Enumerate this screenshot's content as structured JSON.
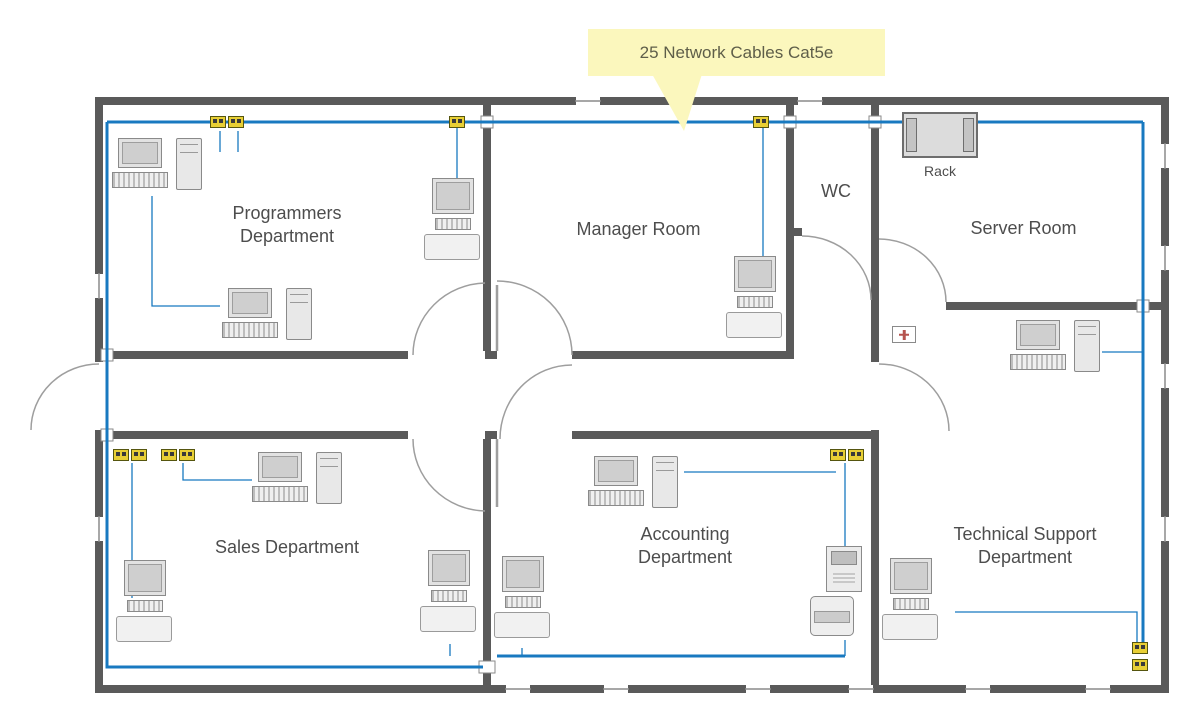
{
  "callout": {
    "text": "25 Network Cables Cat5e"
  },
  "rooms": {
    "programmers": {
      "label": "Programmers\nDepartment"
    },
    "manager": {
      "label": "Manager Room"
    },
    "wc": {
      "label": "WC"
    },
    "server_room": {
      "label": "Server Room"
    },
    "sales": {
      "label": "Sales Department"
    },
    "accounting": {
      "label": "Accounting\nDepartment"
    },
    "technical_support": {
      "label": "Technical Support\nDepartment"
    }
  },
  "equipment": {
    "rack": {
      "label": "Rack"
    }
  },
  "icons": {
    "workstation": "workstation-icon",
    "network_socket": "network-socket-icon",
    "rack": "rack-icon",
    "fax": "fax-machine-icon",
    "printer": "printer-icon",
    "first_aid": "first-aid-kit-icon",
    "door": "door-arc-icon",
    "window": "window-icon",
    "cable": "network-cable"
  },
  "colors": {
    "wall": "#5a5a5a",
    "cable": "#1879c0",
    "callout_bg": "#fbf7bd",
    "label_text": "#4d4d4d",
    "socket": "#e8cf35"
  }
}
